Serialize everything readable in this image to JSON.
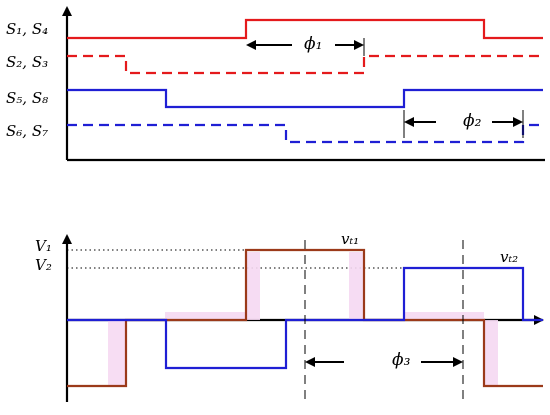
{
  "figure": {
    "top_signals": [
      {
        "name": "S₁, S₄",
        "color": "#e41a1c",
        "style": "solid"
      },
      {
        "name": "S₂, S₃",
        "color": "#e41a1c",
        "style": "dashed"
      },
      {
        "name": "S₅, S₈",
        "color": "#1f1fd4",
        "style": "solid"
      },
      {
        "name": "S₆, S₇",
        "color": "#1f1fd4",
        "style": "dashed"
      }
    ],
    "phase_labels": {
      "phi1": "ϕ₁",
      "phi2": "ϕ₂",
      "phi3": "ϕ₃"
    },
    "voltage_labels": {
      "v1": "V₁",
      "v2": "V₂"
    },
    "trace_labels": {
      "vt1": "vₜ₁",
      "vt2": "vₜ₂"
    },
    "colors": {
      "vt1": "#9b3a1a",
      "vt1_shadow": "#f6d9f2",
      "vt2": "#1f1fd4",
      "red": "#e41a1c",
      "blue": "#1f1fd4",
      "axis": "#000000"
    }
  }
}
